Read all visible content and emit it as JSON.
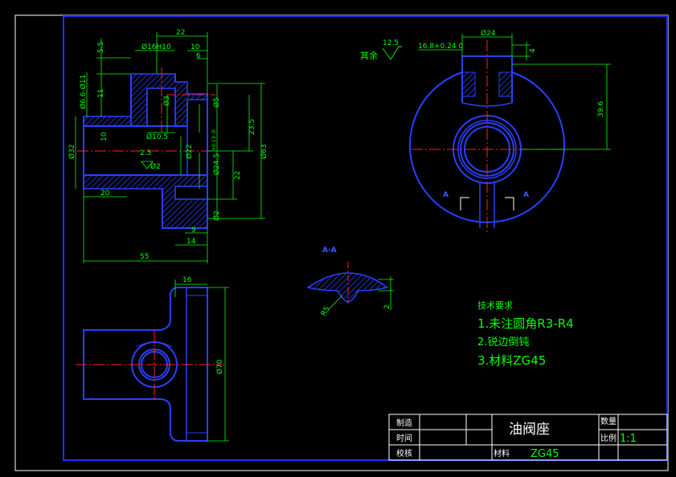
{
  "drawing": {
    "title": "油阀座",
    "material": "ZG45",
    "scale": "1:1",
    "quantity": ""
  },
  "title_block": {
    "drawn_by": "制造",
    "date": "时间",
    "checked_by": "校核",
    "quantity_label": "数量",
    "scale_label": "比例",
    "material_label": "材料"
  },
  "tech_requirements": {
    "heading": "技术要求",
    "items": [
      "1.未注圆角R3-R4",
      "2.锐边倒钝",
      "3.材料ZG45"
    ]
  },
  "surface_finish": {
    "label": "其余",
    "value": "12.5"
  },
  "section_label": "A-A",
  "section_markers": [
    "A",
    "A"
  ],
  "dimensions": {
    "front": [
      "22",
      "Ø16H10",
      "10",
      "6",
      "5.5",
      "11",
      "Ø6.6-Ø11",
      "Ø3",
      "Ø5",
      "Ø10.5",
      "Ø32",
      "10",
      "2.5",
      "Ø2",
      "Ø22",
      "Ø24.5",
      "+0.13 -0",
      "23.5",
      "Ø63",
      "22",
      "20",
      "Ø2",
      "9",
      "14",
      "55"
    ],
    "right": [
      "Ø24",
      "16.8+0.24 0",
      "4",
      "39.6"
    ],
    "bottom": [
      "16",
      "Ø70"
    ],
    "section": [
      "R5",
      "2"
    ]
  }
}
